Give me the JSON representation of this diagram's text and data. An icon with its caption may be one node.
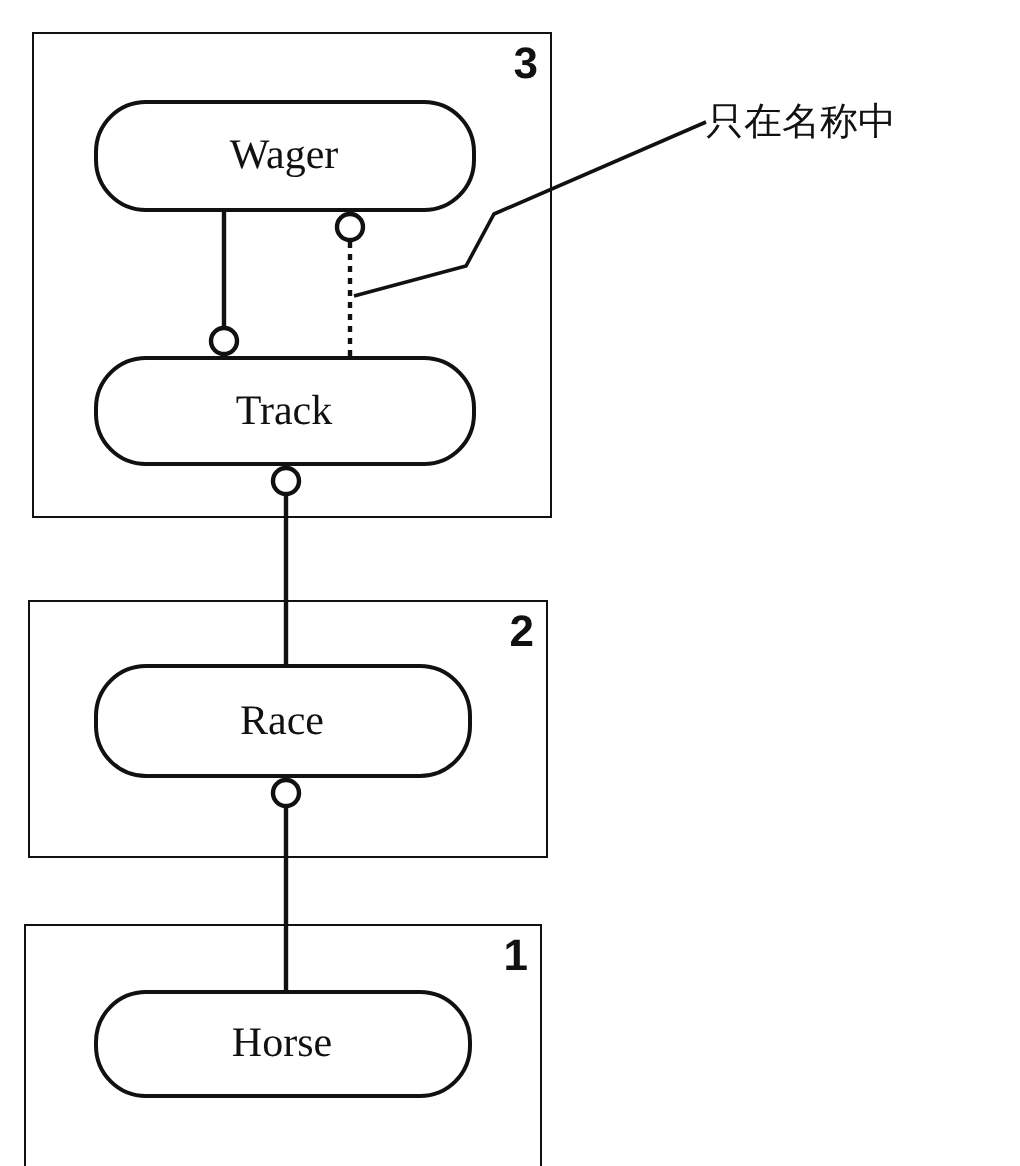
{
  "diagram": {
    "nodes": [
      {
        "text": [
          "3"
        ]
      },
      {
        "text": [
          "Wager"
        ],
        "in": 0
      },
      {
        "text": [
          "Track"
        ],
        "in": 0
      },
      {
        "text": [
          "2"
        ]
      },
      {
        "text": [
          "Race"
        ],
        "in": 3
      },
      {
        "text": [
          "1"
        ]
      },
      {
        "text": [
          "Horse"
        ],
        "in": 5
      },
      {
        "text": [
          "只在名称中"
        ]
      }
    ],
    "edges": [
      {
        "from": 1,
        "to": 2,
        "arrow": "other"
      },
      {
        "from": 2,
        "to": 1,
        "arrow": "other",
        "style": "dashed"
      },
      {
        "from": 4,
        "to": 2,
        "arrow": "other"
      },
      {
        "from": 6,
        "to": 4,
        "arrow": "other"
      },
      {
        "from": 7,
        "to": null,
        "arrow": "none"
      }
    ]
  }
}
